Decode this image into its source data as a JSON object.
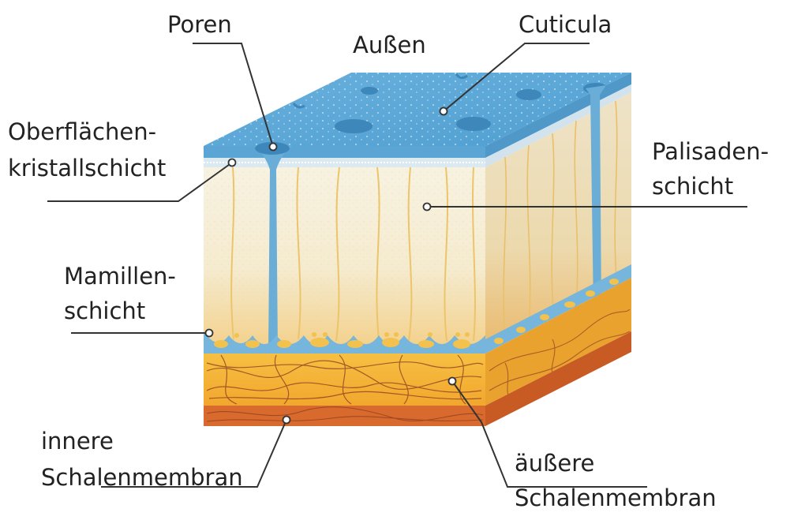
{
  "diagram": {
    "labels": {
      "poren": "Poren",
      "aussen": "Außen",
      "cuticula": "Cuticula",
      "oberflaechen_1": "Oberflächen-",
      "oberflaechen_2": "kristallschicht",
      "palisaden_1": "Palisaden-",
      "palisaden_2": "schicht",
      "mamillen_1": "Mamillen-",
      "mamillen_2": "schicht",
      "innere_1": "innere",
      "innere_2": "Schalenmembran",
      "aeussere_1": "äußere",
      "aeussere_2": "Schalenmembran"
    },
    "colors": {
      "cuticula": "#5ba5d4",
      "cuticula_side": "#4f98c8",
      "crystal_layer": "#dbe9f1",
      "palisade_top": "#f6f0dc",
      "palisade_bottom": "#f4d08a",
      "pore": "#6aaed8",
      "mamillen": "#f2c14e",
      "outer_membrane": "#f4b63a",
      "inner_membrane": "#d96a2d",
      "fiber": "#8a3a1f",
      "leader_line": "#333333"
    }
  }
}
